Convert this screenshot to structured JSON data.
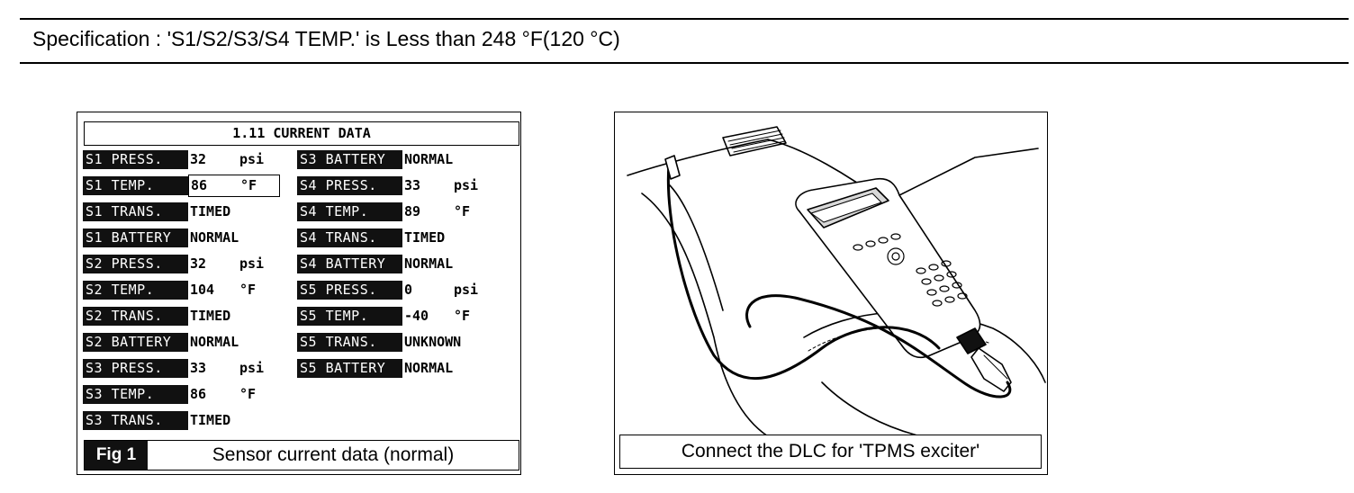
{
  "specification": "Specification : 'S1/S2/S3/S4 TEMP.' is Less than 248 °F(120 °C)",
  "screen": {
    "title": "1.11 CURRENT DATA",
    "left_rows": [
      {
        "label": "S1 PRESS.",
        "value": "32",
        "unit": "psi"
      },
      {
        "label": "S1 TEMP.",
        "value": "86",
        "unit": "°F"
      },
      {
        "label": "S1 TRANS.",
        "value": "TIMED",
        "unit": ""
      },
      {
        "label": "S1 BATTERY",
        "value": "NORMAL",
        "unit": ""
      },
      {
        "label": "S2 PRESS.",
        "value": "32",
        "unit": "psi"
      },
      {
        "label": "S2 TEMP.",
        "value": "104",
        "unit": "°F"
      },
      {
        "label": "S2 TRANS.",
        "value": "TIMED",
        "unit": ""
      },
      {
        "label": "S2 BATTERY",
        "value": "NORMAL",
        "unit": ""
      },
      {
        "label": "S3 PRESS.",
        "value": "33",
        "unit": "psi"
      },
      {
        "label": "S3 TEMP.",
        "value": "86",
        "unit": "°F"
      },
      {
        "label": "S3 TRANS.",
        "value": "TIMED",
        "unit": ""
      }
    ],
    "right_rows": [
      {
        "label": "S3 BATTERY",
        "value": "NORMAL",
        "unit": ""
      },
      {
        "label": "S4 PRESS.",
        "value": "33",
        "unit": "psi"
      },
      {
        "label": "S4 TEMP.",
        "value": "89",
        "unit": "°F"
      },
      {
        "label": "S4 TRANS.",
        "value": "TIMED",
        "unit": ""
      },
      {
        "label": "S4 BATTERY",
        "value": "NORMAL",
        "unit": ""
      },
      {
        "label": "S5 PRESS.",
        "value": "0",
        "unit": "psi"
      },
      {
        "label": "S5 TEMP.",
        "value": "-40",
        "unit": "°F"
      },
      {
        "label": "S5 TRANS.",
        "value": "UNKNOWN",
        "unit": ""
      },
      {
        "label": "S5 BATTERY",
        "value": "NORMAL",
        "unit": ""
      }
    ]
  },
  "fig1": {
    "number": "Fig 1",
    "caption": "Sensor current data (normal)"
  },
  "illustration": {
    "caption": "Connect the DLC for 'TPMS exciter'"
  }
}
